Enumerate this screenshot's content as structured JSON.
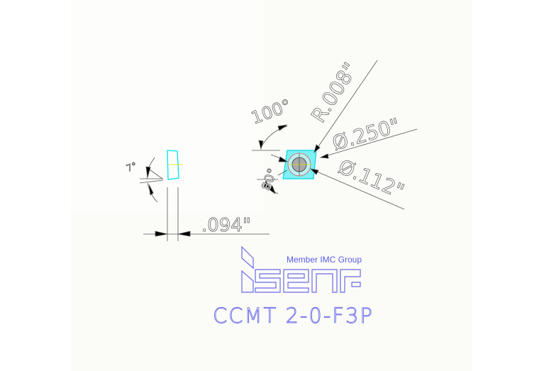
{
  "drawing": {
    "part_number": "CCMT 2-0-F3P",
    "logo_text": "iscar",
    "logo_tagline": "Member IMC Group",
    "dimensions": {
      "corner_radius": "R.008\"",
      "inscribed_circle": "Ø.250\"",
      "hole_diameter": "Ø.112\"",
      "thickness": ".094\"",
      "insert_angle": "100°",
      "countersink_angle": "80°",
      "clearance_angle": "7°"
    },
    "colors": {
      "insert": "#00e5ee",
      "text_blue": "#5a5ae6",
      "lines": "#555555",
      "centerline": "#e6e600"
    }
  }
}
